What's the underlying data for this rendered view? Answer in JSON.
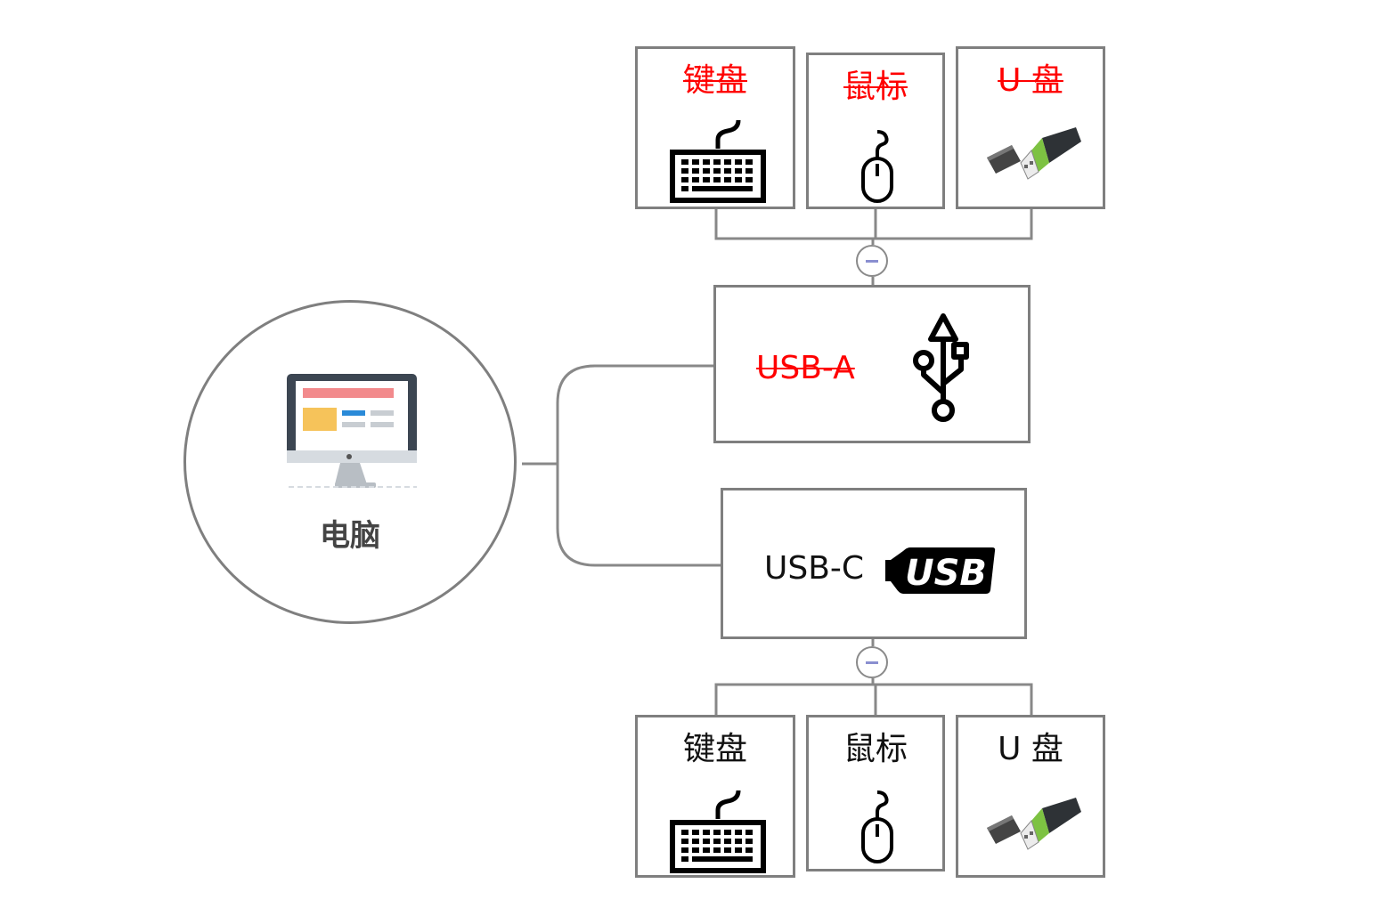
{
  "root": {
    "label": "电脑",
    "icon": "computer-monitor-icon"
  },
  "branches": [
    {
      "id": "usb-a",
      "label": "USB-A",
      "struck": true,
      "icon": "usb-trident-icon",
      "collapse_icon": "minus-circle-icon",
      "children": [
        {
          "label": "键盘",
          "icon": "keyboard-icon"
        },
        {
          "label": "鼠标",
          "icon": "mouse-icon"
        },
        {
          "label": "U 盘",
          "icon": "usb-flash-drive-icon"
        }
      ]
    },
    {
      "id": "usb-c",
      "label": "USB-C",
      "struck": false,
      "icon": "usb-logo-icon",
      "logo_text": "USB",
      "collapse_icon": "minus-circle-icon",
      "children": [
        {
          "label": "键盘",
          "icon": "keyboard-icon"
        },
        {
          "label": "鼠标",
          "icon": "mouse-icon"
        },
        {
          "label": "U 盘",
          "icon": "usb-flash-drive-icon"
        }
      ]
    }
  ],
  "colors": {
    "struck_text": "#ff0000",
    "normal_text": "#111111",
    "border": "#7f7f7f",
    "connector": "#888888"
  }
}
